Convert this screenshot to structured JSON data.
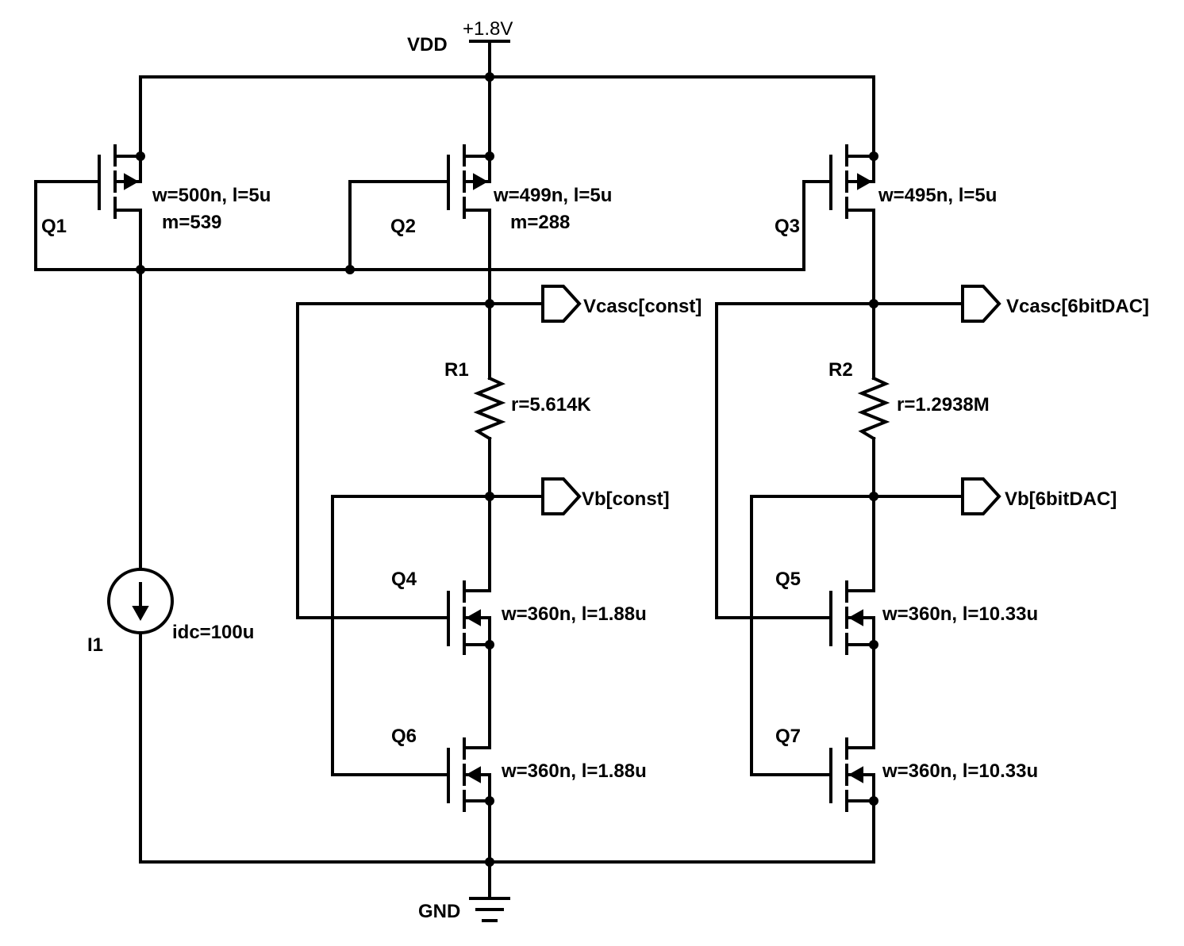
{
  "supply": {
    "name": "VDD",
    "voltage": "+1.8V"
  },
  "ground": {
    "name": "GND"
  },
  "current_source": {
    "name": "I1",
    "value": "idc=100u"
  },
  "transistors": {
    "q1": {
      "name": "Q1",
      "size": "w=500n, l=5u",
      "mult": "m=539"
    },
    "q2": {
      "name": "Q2",
      "size": "w=499n, l=5u",
      "mult": "m=288"
    },
    "q3": {
      "name": "Q3",
      "size": "w=495n, l=5u"
    },
    "q4": {
      "name": "Q4",
      "size": "w=360n, l=1.88u"
    },
    "q5": {
      "name": "Q5",
      "size": "w=360n, l=10.33u"
    },
    "q6": {
      "name": "Q6",
      "size": "w=360n, l=1.88u"
    },
    "q7": {
      "name": "Q7",
      "size": "w=360n, l=10.33u"
    }
  },
  "resistors": {
    "r1": {
      "name": "R1",
      "value": "r=5.614K"
    },
    "r2": {
      "name": "R2",
      "value": "r=1.2938M"
    }
  },
  "ports": {
    "vcasc_const": "Vcasc[const]",
    "vcasc_dac": "Vcasc[6bitDAC]",
    "vb_const": "Vb[const]",
    "vb_dac": "Vb[6bitDAC]"
  }
}
